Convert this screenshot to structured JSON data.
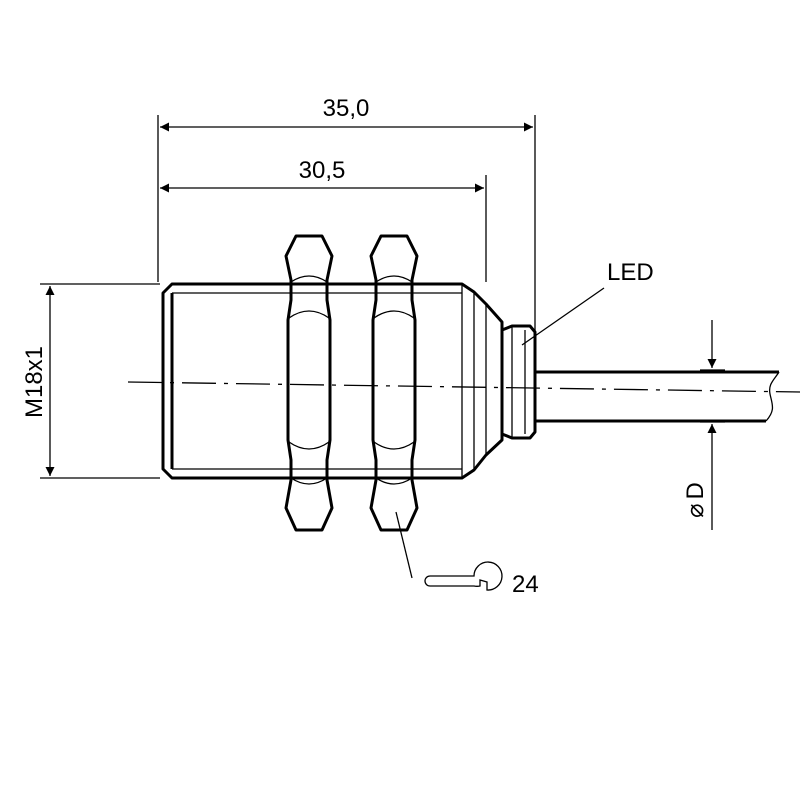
{
  "diagram": {
    "dimension_overall_length": "35,0",
    "dimension_thread_length": "30,5",
    "thread_label": "M18x1",
    "led_label": "LED",
    "wrench_size": "24",
    "cable_diameter_symbol": "⌀",
    "cable_diameter_label": "D",
    "line_color": "#000000",
    "background_color": "#ffffff"
  }
}
